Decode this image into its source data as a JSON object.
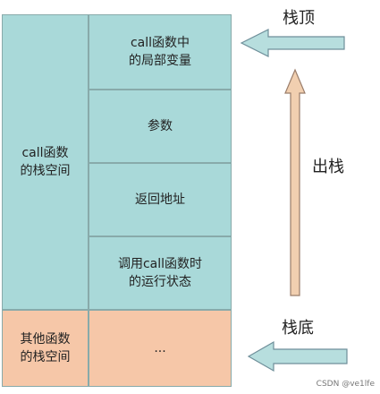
{
  "stack": {
    "call_frame_label": "call函数\n的栈空间",
    "other_frame_label": "其他函数\n的栈空间",
    "cells": [
      "call函数中\n的局部变量",
      "参数",
      "返回地址",
      "调用call函数时\n的运行状态",
      "..."
    ]
  },
  "labels": {
    "top": "栈顶",
    "pop": "出栈",
    "bottom": "栈底"
  },
  "watermark": "CSDN @ve1lfe",
  "colors": {
    "call_frame": "#a9d9d9",
    "other_frame": "#f6c7a8",
    "side_arrow": "#b7dede",
    "pop_arrow": "#f1cfb0"
  },
  "icons": [
    "arrow-left-icon",
    "arrow-up-icon"
  ]
}
